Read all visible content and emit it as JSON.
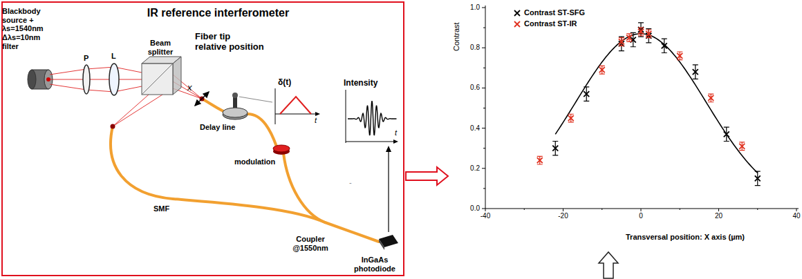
{
  "diagram": {
    "nodes": [
      {
        "text": [
          "IR reference interferometer"
        ]
      },
      {
        "text": [
          "Contrast",
          "Transversal position: X axis (µm)"
        ]
      }
    ],
    "edges": [
      {
        "from": 0,
        "to": 1,
        "arrow": "to"
      }
    ],
    "labels": [
      "Blackbody source + λs=1540nm Δλs=10nm filter",
      "P",
      "L",
      "Beam splitter",
      "Fiber tip relative position",
      "x",
      "δ(t)",
      "t",
      "Intensity",
      "t",
      "Delay line",
      "modulation",
      "SMF",
      "Coupler @1550nm",
      "InGaAs photodiode",
      "-",
      "1.0",
      "0.8",
      "0.6",
      "0.4",
      "0.2",
      "0.0",
      "-40",
      "-20",
      "0",
      "20",
      "40"
    ],
    "legend": [
      {
        "text": "Contrast ST-SFG"
      },
      {
        "text": "Contrast ST-IR"
      }
    ]
  }
}
